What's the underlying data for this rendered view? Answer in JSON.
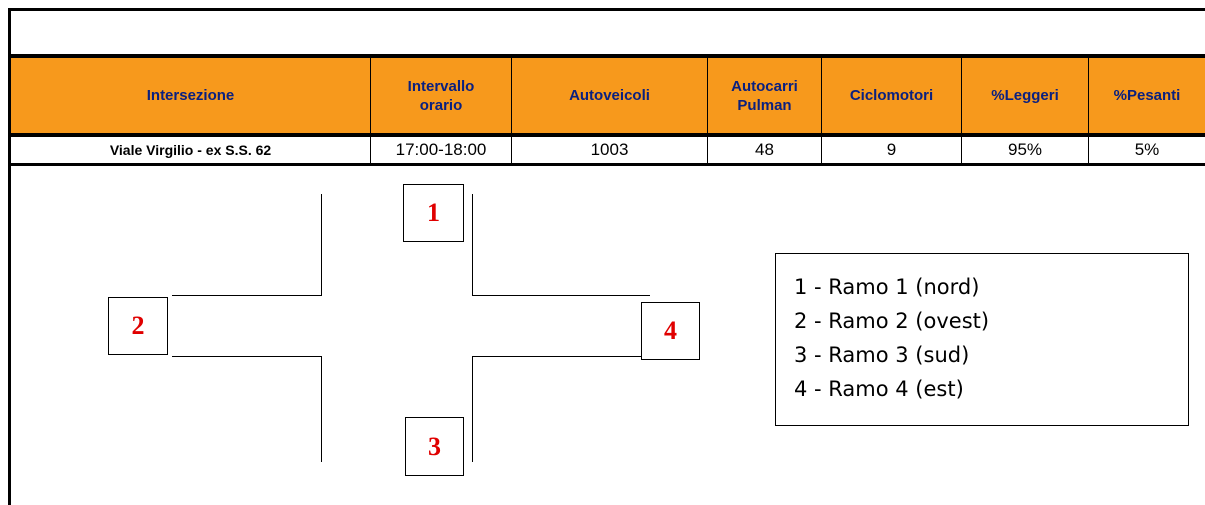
{
  "table": {
    "headers": [
      "Intersezione",
      "Intervallo orario",
      "Autoveicoli",
      "Autocarri Pulman",
      "Ciclomotori",
      "%Leggeri",
      "%Pesanti"
    ],
    "row": [
      "Viale Virgilio - ex S.S. 62",
      "17:00-18:00",
      "1003",
      "48",
      "9",
      "95%",
      "5%"
    ]
  },
  "diagram": {
    "labels": {
      "nord": "1",
      "ovest": "2",
      "sud": "3",
      "est": "4"
    }
  },
  "legend": {
    "items": [
      "1 -  Ramo 1 (nord)",
      "2 - Ramo 2 (ovest)",
      "3 - Ramo 3 (sud)",
      "4 - Ramo 4 (est)"
    ]
  }
}
